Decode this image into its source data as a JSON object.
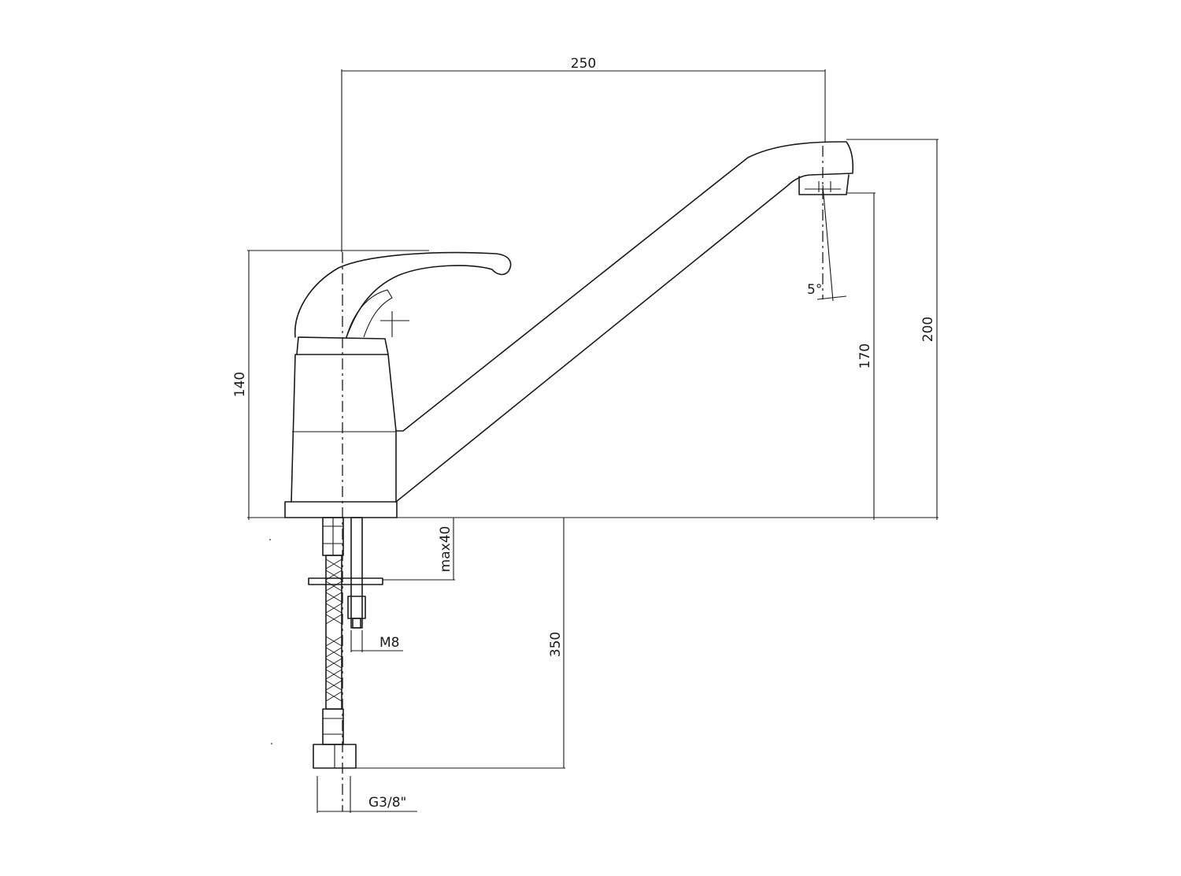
{
  "dimensions": {
    "overall_reach": "250",
    "total_height": "200",
    "spout_height": "170",
    "body_height": "140",
    "spout_angle": "5°",
    "max_deck_thickness": "max40",
    "hose_length": "350",
    "stud_thread": "M8",
    "hose_thread": "G3/8\""
  }
}
